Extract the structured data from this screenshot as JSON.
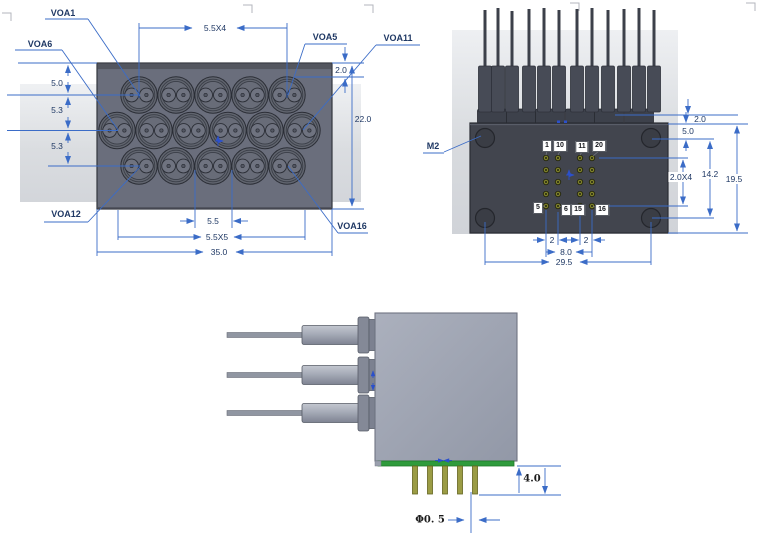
{
  "front_view": {
    "voa1": "VOA1",
    "voa5": "VOA5",
    "voa6": "VOA6",
    "voa11": "VOA11",
    "voa12": "VOA12",
    "voa16": "VOA16",
    "dims": {
      "top_pitch": "5.5X4",
      "top_edge": "2.0",
      "height": "22.0",
      "row1_offset": "5.0",
      "row_pitch_a": "5.3",
      "row_pitch_b": "5.3",
      "bottom_pitch": "5.5",
      "bottom_span": "5.5X5",
      "width": "35.0"
    }
  },
  "back_view": {
    "thread_label": "M2",
    "pin_top": [
      "1",
      "10",
      "11",
      "20"
    ],
    "pin_bottom": [
      "5",
      "6",
      "15",
      "16"
    ],
    "dims": {
      "boot_edge": "2.0",
      "hole_offset": "5.0",
      "pin_pitch": "2.0X4",
      "hole_span_v": "14.2",
      "height": "19.5",
      "pin_gap_l": "2",
      "pin_gap_r": "2",
      "pin_span": "8.0",
      "hole_span_h": "29.5"
    }
  },
  "side_view": {
    "dims": {
      "pin_length": "4.0",
      "pin_dia": "Φ0. 5"
    }
  },
  "colors": {
    "dimension_blue": "#3b6cc7",
    "label_navy": "#1f3864",
    "housing_front": "#6a6e7c",
    "housing_back": "#42454e",
    "body_side": "#9ba1af",
    "pcb_green": "#2f9b3c",
    "pin_gold": "#9b9c45"
  }
}
